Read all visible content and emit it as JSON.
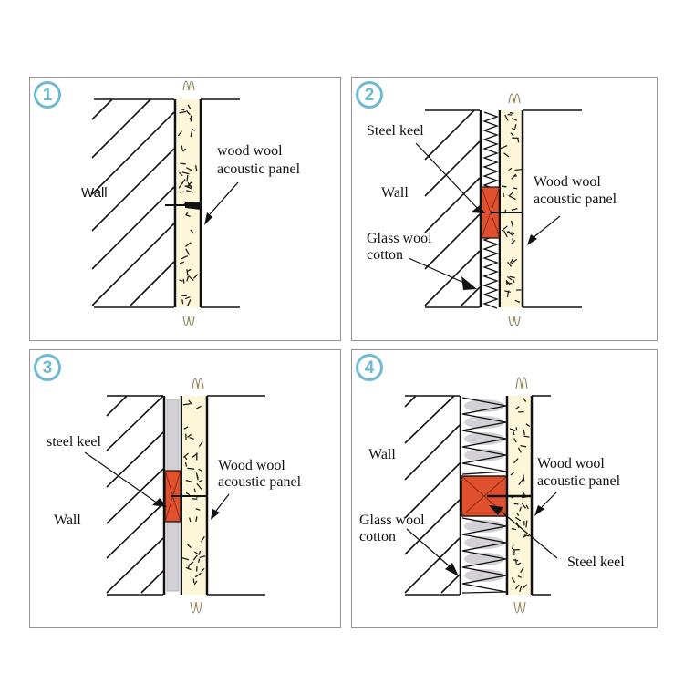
{
  "colors": {
    "badge": "#6fbad3",
    "panel_fill": "#fdf6d8",
    "keel": "#e0502e",
    "glasswool": "#d3d1d6",
    "border": "#9a9090"
  },
  "panels": [
    {
      "number": "1",
      "labels": {
        "wall": "Wall",
        "panel_line1": "wood wool",
        "panel_line2": "acoustic panel"
      }
    },
    {
      "number": "2",
      "labels": {
        "keel": "Steel keel",
        "wall": "Wall",
        "panel_line1": "Wood wool",
        "panel_line2": "acoustic panel",
        "glass_line1": "Glass wool",
        "glass_line2": "cotton"
      }
    },
    {
      "number": "3",
      "labels": {
        "keel": "steel keel",
        "wall": "Wall",
        "panel_line1": "Wood wool",
        "panel_line2": "acoustic panel"
      }
    },
    {
      "number": "4",
      "labels": {
        "wall": "Wall",
        "panel_line1": "Wood wool",
        "panel_line2": "acoustic panel",
        "glass_line1": "Glass wool",
        "glass_line2": "cotton",
        "keel": "Steel keel"
      }
    }
  ]
}
